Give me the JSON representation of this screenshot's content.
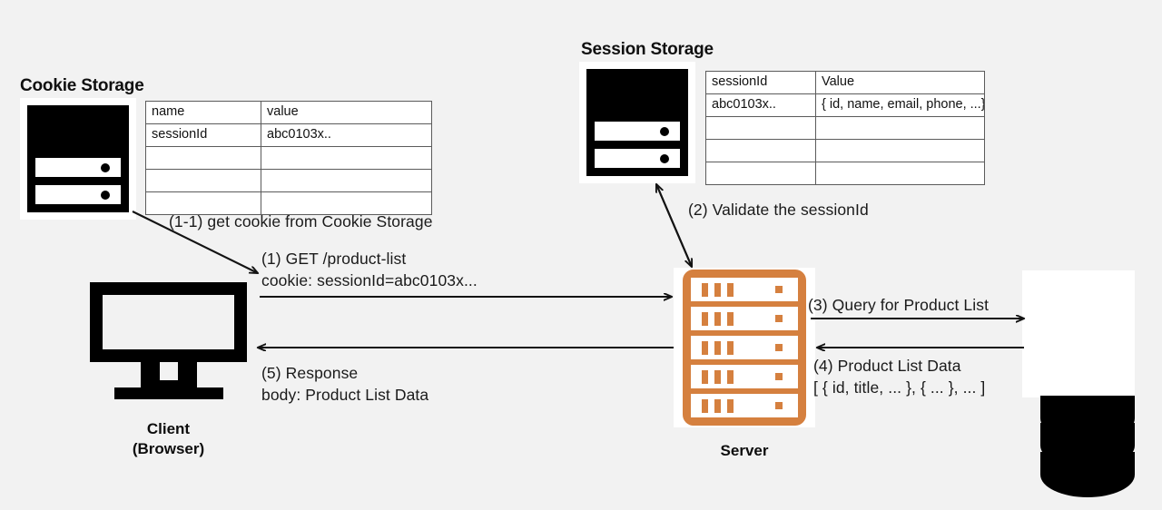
{
  "diagram": {
    "title_cookie_storage": "Cookie Storage",
    "title_session_storage": "Session Storage"
  },
  "cookie_storage": {
    "heading": "Cookie Storage",
    "icon": "server-rack-icon",
    "table": {
      "headers": [
        "name",
        "value"
      ],
      "rows": [
        [
          "sessionId",
          "abc0103x.."
        ],
        [
          "",
          ""
        ],
        [
          "",
          ""
        ],
        [
          "",
          ""
        ]
      ]
    }
  },
  "session_storage": {
    "heading": "Session Storage",
    "icon": "server-rack-icon",
    "table": {
      "headers": [
        "sessionId",
        "Value"
      ],
      "rows": [
        [
          "abc0103x..",
          "{ id, name, email, phone, ...}"
        ],
        [
          "",
          ""
        ],
        [
          "",
          ""
        ],
        [
          "",
          ""
        ]
      ]
    }
  },
  "nodes": {
    "client": {
      "label_line1": "Client",
      "label_line2": "(Browser)",
      "icon": "desktop-monitor-icon"
    },
    "server": {
      "label": "Server",
      "icon": "server-stack-icon",
      "color": "#d5803f"
    },
    "database": {
      "label": "",
      "icon": "database-cylinder-icon",
      "color": "#000000"
    }
  },
  "flows": {
    "step1_1": "(1-1) get cookie from Cookie Storage",
    "step1_line1": "(1) GET /product-list",
    "step1_line2": "cookie: sessionId=abc0103x...",
    "step2": "(2) Validate the sessionId",
    "step3": "(3) Query for Product List",
    "step4_line1": "(4) Product List Data",
    "step4_line2": "[ { id, title, ... }, { ... }, ... ]",
    "step5_line1": "(5)  Response",
    "step5_line2": "body: Product List Data"
  },
  "colors": {
    "background": "#f2f2f2",
    "accent_orange": "#d5803f",
    "ink": "#111111",
    "panel": "#ffffff"
  }
}
